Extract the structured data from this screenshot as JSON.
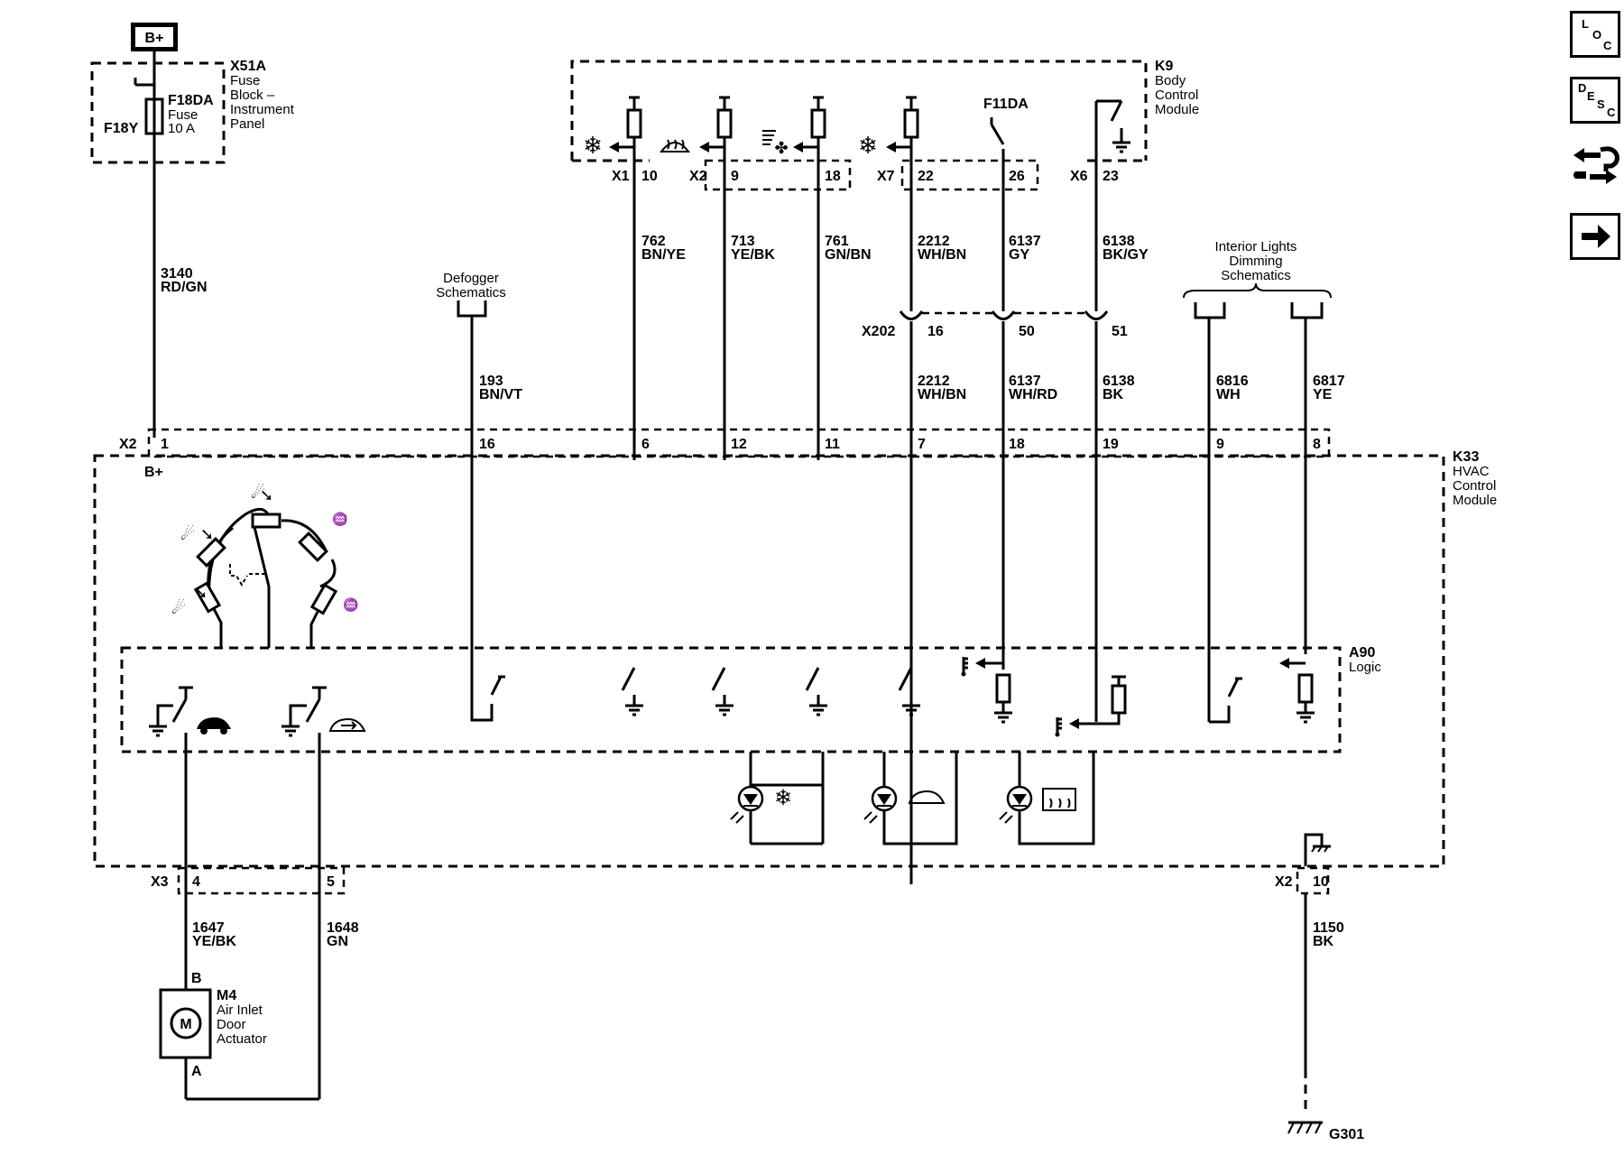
{
  "power": {
    "label": "B+"
  },
  "fuse_block": {
    "id": "X51A",
    "name_lines": [
      "Fuse",
      "Block –",
      "Instrument",
      "Panel"
    ],
    "fuse_id": "F18DA",
    "fuse_type": "Fuse",
    "fuse_rating": "10 A",
    "fuse_alt": "F18Y"
  },
  "bcm": {
    "id": "K9",
    "name_lines": [
      "Body",
      "Control",
      "Module"
    ],
    "fuse_label": "F11DA",
    "connectors": [
      {
        "conn": "X1",
        "pin": "10"
      },
      {
        "conn": "X2",
        "pin": "9"
      },
      {
        "conn": "",
        "pin": "18"
      },
      {
        "conn": "X7",
        "pin": "22"
      },
      {
        "conn": "",
        "pin": "26"
      },
      {
        "conn": "X6",
        "pin": "23"
      }
    ]
  },
  "wires": {
    "w3140": {
      "num": "3140",
      "color": "RD/GN"
    },
    "w762": {
      "num": "762",
      "color": "BN/YE"
    },
    "w713": {
      "num": "713",
      "color": "YE/BK"
    },
    "w761": {
      "num": "761",
      "color": "GN/BN"
    },
    "w2212a": {
      "num": "2212",
      "color": "WH/BN"
    },
    "w6137a": {
      "num": "6137",
      "color": "GY"
    },
    "w6138a": {
      "num": "6138",
      "color": "BK/GY"
    },
    "w193": {
      "num": "193",
      "color": "BN/VT"
    },
    "w2212b": {
      "num": "2212",
      "color": "WH/BN"
    },
    "w6137b": {
      "num": "6137",
      "color": "WH/RD"
    },
    "w6138b": {
      "num": "6138",
      "color": "BK"
    },
    "w6816": {
      "num": "6816",
      "color": "WH"
    },
    "w6817": {
      "num": "6817",
      "color": "YE"
    },
    "w1647": {
      "num": "1647",
      "color": "YE/BK"
    },
    "w1648": {
      "num": "1648",
      "color": "GN"
    },
    "w1150": {
      "num": "1150",
      "color": "BK"
    }
  },
  "inline_connector": {
    "id": "X202",
    "pins": [
      "16",
      "50",
      "51"
    ]
  },
  "references": {
    "defogger": [
      "Defogger",
      "Schematics"
    ],
    "interior_lights": [
      "Interior Lights",
      "Dimming",
      "Schematics"
    ]
  },
  "hvac": {
    "id": "K33",
    "name_lines": [
      "HVAC",
      "Control",
      "Module"
    ],
    "x2_label": "X2",
    "x2_pins": [
      "1",
      "16",
      "6",
      "12",
      "11",
      "7",
      "18",
      "19",
      "9",
      "8"
    ],
    "bplus_label": "B+",
    "logic_id": "A90",
    "logic_name": "Logic",
    "x3_label": "X3",
    "x3_pins": [
      "4",
      "5"
    ],
    "gnd_conn": "X2",
    "gnd_pin": "10"
  },
  "actuator": {
    "id": "M4",
    "name_lines": [
      "Air Inlet",
      "Door",
      "Actuator"
    ],
    "pin_b": "B",
    "pin_a": "A",
    "motor_symbol": "M"
  },
  "ground": {
    "id": "G301"
  },
  "nav_buttons": [
    {
      "name": "location-button",
      "icon": "loc-icon",
      "letters": [
        "L",
        "O",
        "C"
      ]
    },
    {
      "name": "description-button",
      "icon": "desc-icon",
      "letters": [
        "D",
        "E",
        "S",
        "C"
      ]
    },
    {
      "name": "diagnostics-button",
      "icon": "wrench-arrows-icon"
    },
    {
      "name": "next-button",
      "icon": "arrow-right-icon"
    }
  ]
}
